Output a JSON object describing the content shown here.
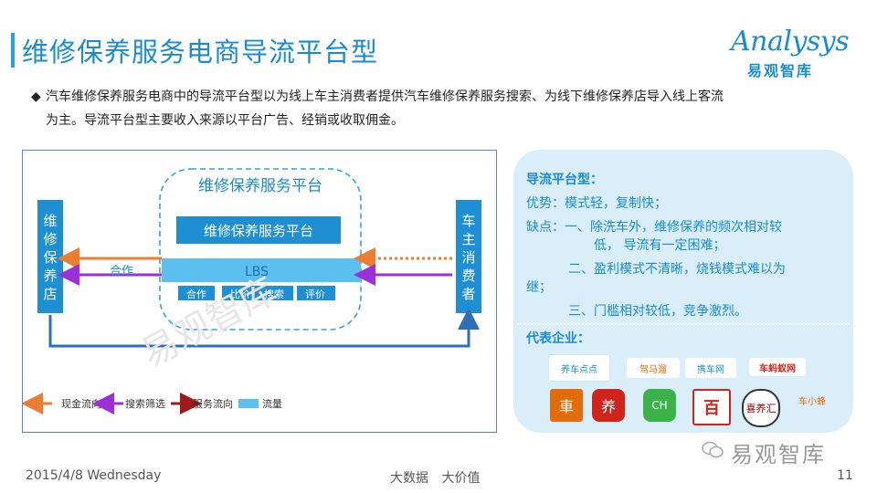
{
  "header": {
    "title": "维修保养服务电商导流平台型",
    "logo_en": "Analysys",
    "logo_cn": "易观智库"
  },
  "bullet": {
    "mark": "◆",
    "text": "汽车维修保养服务电商中的导流平台型以为线上车主消费者提供汽车维修保养服务搜索、为线下维修保养店导入线上客流为主。导流平台型主要收入来源以平台广告、经销或收取佣金。"
  },
  "diagram": {
    "platform_outer_label": "维修保养服务平台",
    "platform_inner_label": "维修保养服务平台",
    "lbs_label": "LBS",
    "left_node": "维修保养店",
    "right_node": "车主消费者",
    "coop_label": "合作",
    "sub_boxes": [
      "合作",
      "比价",
      "搜索",
      "评价"
    ],
    "legend": [
      {
        "label": "现金流向",
        "color": "#ed7d31"
      },
      {
        "label": "搜索筛选",
        "color": "#9b30d9"
      },
      {
        "label": "服务流向",
        "color": "#a11a1a"
      },
      {
        "label": "流量",
        "color": "#5bc0f0"
      }
    ],
    "watermark": "易观智库"
  },
  "info": {
    "heading": "导流平台型：",
    "advantage": "优势：模式轻，复制快；",
    "weakness_1a": "缺点：一、除洗车外，维修保养的频次相对较",
    "weakness_1b": "低， 导流有一定困难；",
    "weakness_2a": "二、盈利模式不清晰，烧钱模式难以为",
    "weakness_2b": "继；",
    "weakness_3": "三、门槛相对较低，竞争激烈。",
    "companies_heading": "代表企业：",
    "companies": [
      "养车点点",
      "驾马遛",
      "携车网",
      "车蚂蚁网",
      "車",
      "养",
      "CH",
      "百",
      "喜养汇",
      "车小蜂"
    ]
  },
  "footer": {
    "date": "2015/4/8 Wednesday",
    "center": "大数据 大价值",
    "page": "11",
    "wechat_watermark": "易观智库"
  },
  "colors": {
    "brand_blue": "#1a8bd0",
    "node_blue": "#1f8fd4",
    "panel_bg": "#d9eef9"
  }
}
